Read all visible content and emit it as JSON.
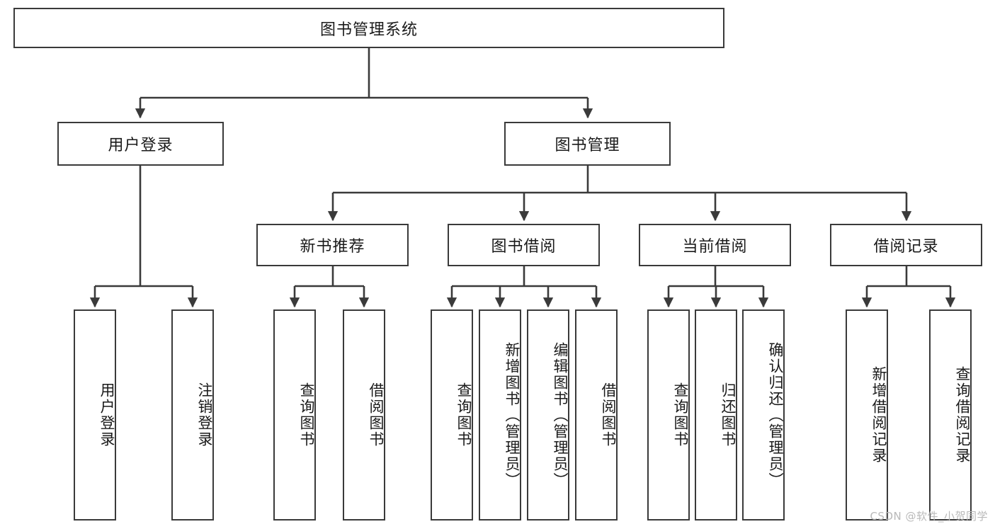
{
  "diagram": {
    "type": "tree-hierarchy",
    "title": "图书管理系统",
    "watermark": "CSDN @软件_小贺同学",
    "colors": {
      "box_border": "#3a3a3a",
      "box_fill": "#ffffff",
      "edge": "#3a3a3a",
      "text": "#1a1a1a",
      "watermark": "#b9b9b9"
    },
    "levels": {
      "root": {
        "label": "图书管理系统"
      },
      "level2": [
        {
          "label": "用户登录"
        },
        {
          "label": "图书管理"
        }
      ],
      "level3": [
        {
          "label": "新书推荐"
        },
        {
          "label": "图书借阅"
        },
        {
          "label": "当前借阅"
        },
        {
          "label": "借阅记录"
        }
      ],
      "leaves": {
        "user_login": [
          {
            "label": "用户登录"
          },
          {
            "label": "注销登录"
          }
        ],
        "new_book_recommend": [
          {
            "label": "查询图书"
          },
          {
            "label": "借阅图书"
          }
        ],
        "book_borrow": [
          {
            "label": "查询图书"
          },
          {
            "label": "新增图书（管理员）"
          },
          {
            "label": "编辑图书（管理员）"
          },
          {
            "label": "借阅图书"
          }
        ],
        "current_borrow": [
          {
            "label": "查询图书"
          },
          {
            "label": "归还图书"
          },
          {
            "label": "确认归还（管理员）"
          }
        ],
        "borrow_record": [
          {
            "label": "新增借阅记录"
          },
          {
            "label": "查询借阅记录"
          }
        ]
      }
    }
  }
}
